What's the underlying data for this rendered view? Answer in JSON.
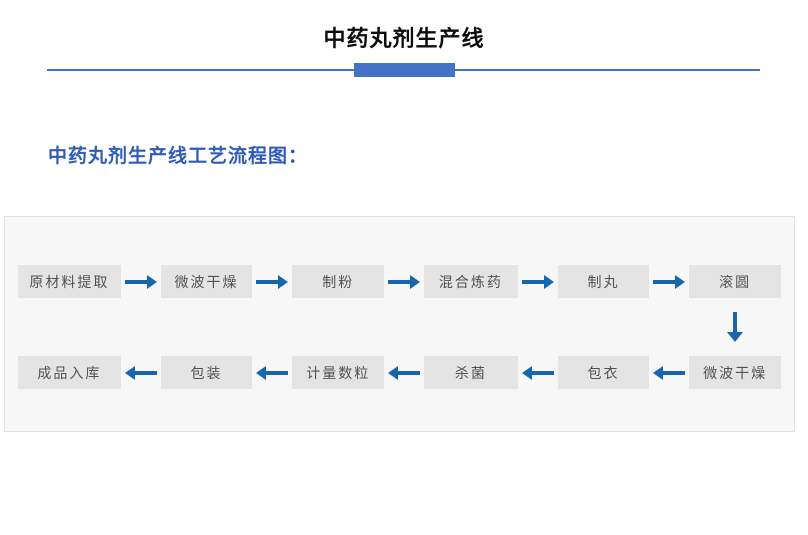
{
  "header": {
    "title": "中药丸剂生产线"
  },
  "section": {
    "heading": "中药丸剂生产线工艺流程图："
  },
  "flow": {
    "rows": [
      {
        "direction": "right",
        "steps": [
          "原材料提取",
          "微波干燥",
          "制粉",
          "混合炼药",
          "制丸",
          "滚圆"
        ]
      },
      {
        "direction": "left",
        "steps": [
          "成品入库",
          "包装",
          "计量数粒",
          "杀菌",
          "包衣",
          "微波干燥"
        ]
      }
    ],
    "connector": "down-arrow-from-rounding-to-microwave-drying"
  },
  "colors": {
    "accent_blue": "#4472c4",
    "arrow_blue": "#1565b0",
    "heading_blue": "#2e5cb8",
    "title_black": "#0d0d0d",
    "step_box_bg": "#e4e4e4",
    "step_text": "#525252",
    "panel_bg": "#f7f7f7",
    "panel_border": "#e3e3e3"
  }
}
